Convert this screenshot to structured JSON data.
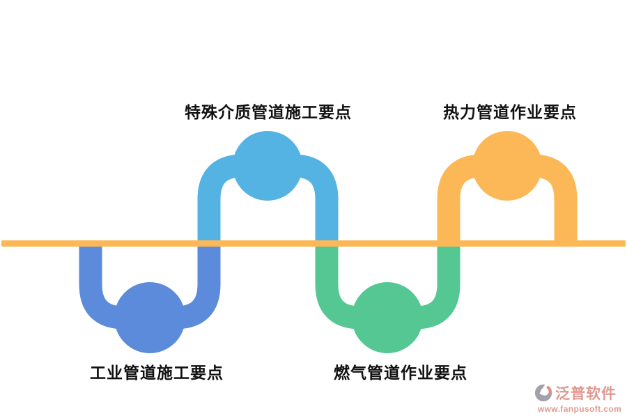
{
  "diagram": {
    "description": "pipeline wave infographic with four nodes crossing a horizontal baseline",
    "baseline": {
      "color": "#FCB857"
    },
    "items": [
      {
        "label": "工业管道施工要点",
        "color": "#5B8BDA",
        "position": "below-line"
      },
      {
        "label": "特殊介质管道施工要点",
        "color": "#55B3E3",
        "position": "above-line"
      },
      {
        "label": "燃气管道作业要点",
        "color": "#55C793",
        "position": "below-line"
      },
      {
        "label": "热力管道作业要点",
        "color": "#FCB857",
        "position": "above-line"
      }
    ],
    "label_color": "#111111"
  },
  "watermark": {
    "brand": "泛普软件",
    "url": "www.fanpusoft.com",
    "text_color": "#DE938B",
    "mark_gray": "#9B9CA6",
    "mark_accent": "#DB8A82"
  }
}
